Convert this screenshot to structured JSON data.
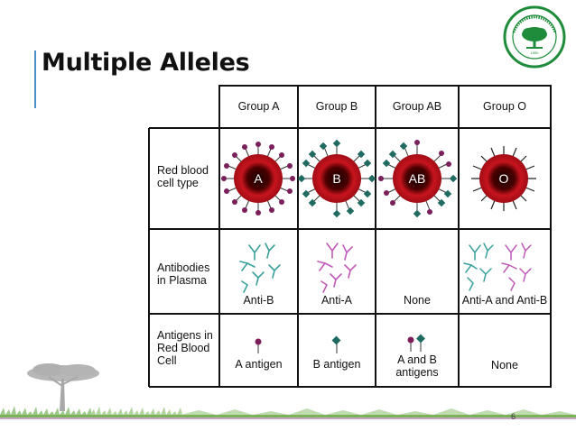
{
  "title": "Multiple Alleles",
  "page_number": "6",
  "table": {
    "columns": [
      "Group A",
      "Group B",
      "Group AB",
      "Group O"
    ],
    "rows": [
      {
        "label": "Red blood cell type",
        "cells": [
          "A",
          "B",
          "AB",
          "O"
        ]
      },
      {
        "label": "Antibodies in Plasma",
        "cells": [
          "Anti-B",
          "Anti-A",
          "None",
          "Anti-A and Anti-B"
        ]
      },
      {
        "label": "Antigens in Red Blood Cell",
        "cells": [
          "A antigen",
          "B antigen",
          "A and B antigens",
          "None"
        ]
      }
    ]
  },
  "colors": {
    "cell_red": "#c8141e",
    "cell_dark": "#1a0000",
    "a_antigen": "#7a1f5c",
    "b_antigen": "#1f6b62",
    "anti_a": "#c05ab8",
    "anti_b": "#3aa09a",
    "logo_green": "#1e8c3a",
    "title_accent": "#4a90c8"
  }
}
